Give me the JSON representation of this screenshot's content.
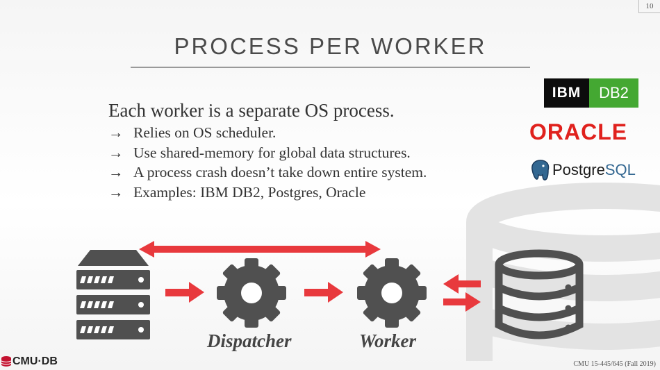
{
  "slide": {
    "number": "10",
    "title": "PROCESS PER WORKER",
    "main_point": "Each worker is a separate OS process.",
    "sub_points": [
      "Relies on OS scheduler.",
      "Use shared-memory for global data structures.",
      "A process crash doesn’t take down entire system.",
      "Examples: IBM DB2, Postgres, Oracle"
    ],
    "arrow_glyph": "→"
  },
  "logos": {
    "ibm": "IBM",
    "db2": "DB2",
    "oracle": "ORACLE",
    "postgres_a": "Postgre",
    "postgres_b": "SQL"
  },
  "diagram": {
    "dispatcher_label": "Dispatcher",
    "worker_label": "Worker"
  },
  "footer": {
    "brand": "CMU·DB",
    "course": "CMU 15-445/645 (Fall 2019)"
  },
  "colors": {
    "arrow_red": "#e8393d",
    "icon_gray": "#505050"
  }
}
